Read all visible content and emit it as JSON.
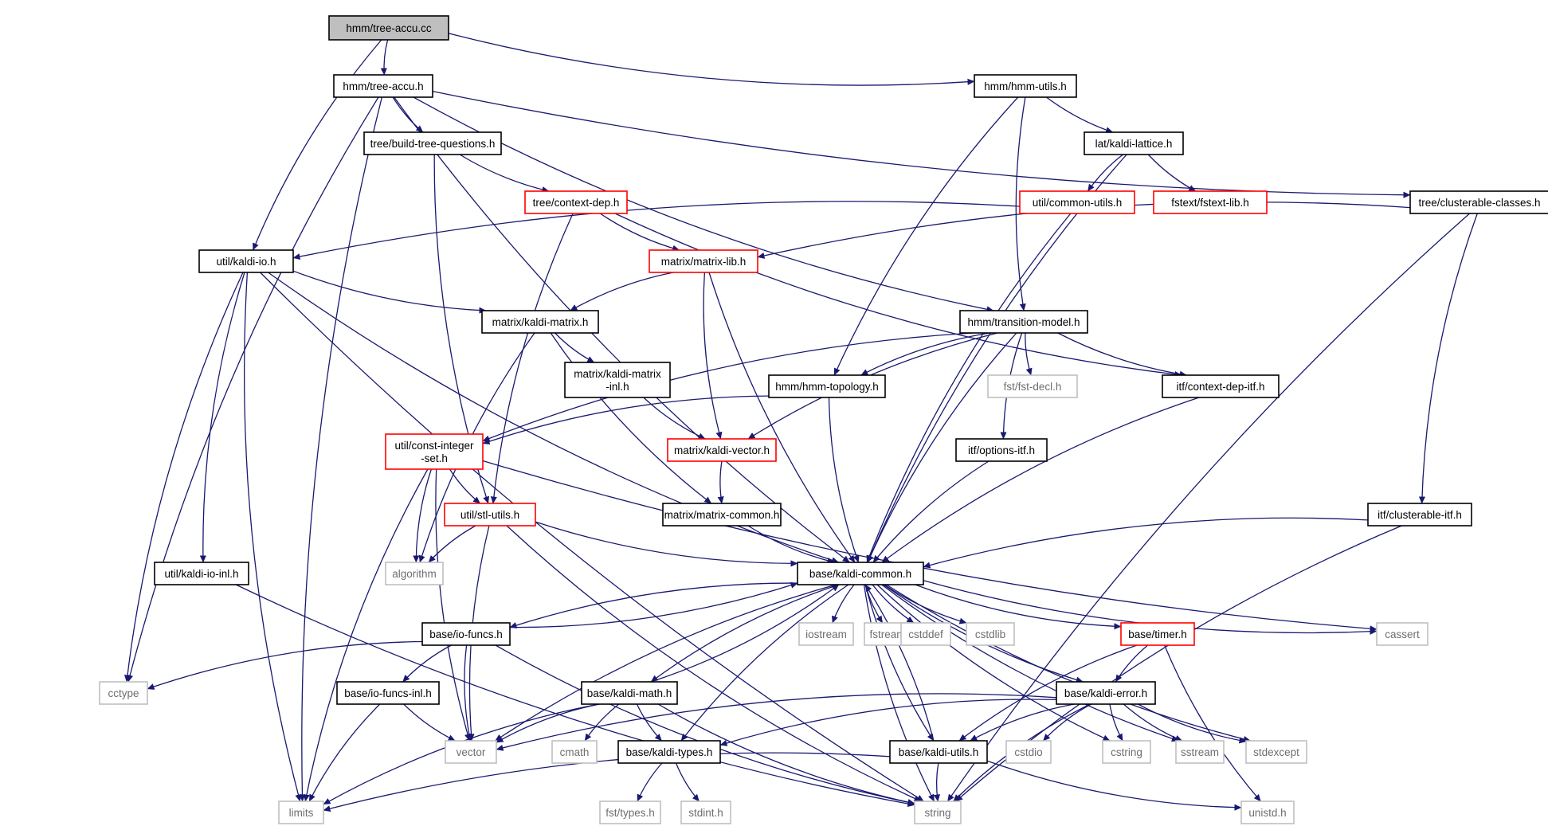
{
  "colors": {
    "root_fill": "#bfbfbf",
    "node_border": "#000000",
    "incomplete_border": "#ff0000",
    "system_border": "#bfbfbf",
    "edge": "#191970"
  },
  "nodes": [
    {
      "id": "tree_accu_cc",
      "lines": [
        "hmm/tree-accu.cc"
      ],
      "kind": "root"
    },
    {
      "id": "tree_accu_h",
      "lines": [
        "hmm/tree-accu.h"
      ],
      "kind": "normal"
    },
    {
      "id": "hmm_utils_h",
      "lines": [
        "hmm/hmm-utils.h"
      ],
      "kind": "normal"
    },
    {
      "id": "build_tree_q",
      "lines": [
        "tree/build-tree-questions.h"
      ],
      "kind": "normal"
    },
    {
      "id": "kaldi_lattice",
      "lines": [
        "lat/kaldi-lattice.h"
      ],
      "kind": "normal"
    },
    {
      "id": "context_dep",
      "lines": [
        "tree/context-dep.h"
      ],
      "kind": "incomplete"
    },
    {
      "id": "common_utils",
      "lines": [
        "util/common-utils.h"
      ],
      "kind": "incomplete"
    },
    {
      "id": "fstext_lib",
      "lines": [
        "fstext/fstext-lib.h"
      ],
      "kind": "incomplete"
    },
    {
      "id": "clusterable_classes",
      "lines": [
        "tree/clusterable-classes.h"
      ],
      "kind": "normal"
    },
    {
      "id": "kaldi_io",
      "lines": [
        "util/kaldi-io.h"
      ],
      "kind": "normal"
    },
    {
      "id": "matrix_lib",
      "lines": [
        "matrix/matrix-lib.h"
      ],
      "kind": "incomplete"
    },
    {
      "id": "kaldi_matrix",
      "lines": [
        "matrix/kaldi-matrix.h"
      ],
      "kind": "normal"
    },
    {
      "id": "transition_model",
      "lines": [
        "hmm/transition-model.h"
      ],
      "kind": "normal"
    },
    {
      "id": "kaldi_matrix_inl",
      "lines": [
        "matrix/kaldi-matrix",
        "-inl.h"
      ],
      "kind": "normal"
    },
    {
      "id": "hmm_topology",
      "lines": [
        "hmm/hmm-topology.h"
      ],
      "kind": "normal"
    },
    {
      "id": "fst_decl",
      "lines": [
        "fst/fst-decl.h"
      ],
      "kind": "system"
    },
    {
      "id": "context_dep_itf",
      "lines": [
        "itf/context-dep-itf.h"
      ],
      "kind": "normal"
    },
    {
      "id": "const_integer_set",
      "lines": [
        "util/const-integer",
        "-set.h"
      ],
      "kind": "incomplete"
    },
    {
      "id": "kaldi_vector",
      "lines": [
        "matrix/kaldi-vector.h"
      ],
      "kind": "incomplete"
    },
    {
      "id": "options_itf",
      "lines": [
        "itf/options-itf.h"
      ],
      "kind": "normal"
    },
    {
      "id": "stl_utils",
      "lines": [
        "util/stl-utils.h"
      ],
      "kind": "incomplete"
    },
    {
      "id": "matrix_common",
      "lines": [
        "matrix/matrix-common.h"
      ],
      "kind": "normal"
    },
    {
      "id": "clusterable_itf",
      "lines": [
        "itf/clusterable-itf.h"
      ],
      "kind": "normal"
    },
    {
      "id": "kaldi_io_inl",
      "lines": [
        "util/kaldi-io-inl.h"
      ],
      "kind": "normal"
    },
    {
      "id": "algorithm",
      "lines": [
        "algorithm"
      ],
      "kind": "system"
    },
    {
      "id": "kaldi_common",
      "lines": [
        "base/kaldi-common.h"
      ],
      "kind": "normal"
    },
    {
      "id": "io_funcs",
      "lines": [
        "base/io-funcs.h"
      ],
      "kind": "normal"
    },
    {
      "id": "iostream",
      "lines": [
        "iostream"
      ],
      "kind": "system"
    },
    {
      "id": "fstream",
      "lines": [
        "fstream"
      ],
      "kind": "system"
    },
    {
      "id": "cstddef",
      "lines": [
        "cstddef"
      ],
      "kind": "system"
    },
    {
      "id": "cstdlib",
      "lines": [
        "cstdlib"
      ],
      "kind": "system"
    },
    {
      "id": "timer",
      "lines": [
        "base/timer.h"
      ],
      "kind": "incomplete"
    },
    {
      "id": "cassert",
      "lines": [
        "cassert"
      ],
      "kind": "system"
    },
    {
      "id": "cctype",
      "lines": [
        "cctype"
      ],
      "kind": "system"
    },
    {
      "id": "io_funcs_inl",
      "lines": [
        "base/io-funcs-inl.h"
      ],
      "kind": "normal"
    },
    {
      "id": "kaldi_math",
      "lines": [
        "base/kaldi-math.h"
      ],
      "kind": "normal"
    },
    {
      "id": "kaldi_error",
      "lines": [
        "base/kaldi-error.h"
      ],
      "kind": "normal"
    },
    {
      "id": "vector",
      "lines": [
        "vector"
      ],
      "kind": "system"
    },
    {
      "id": "cmath",
      "lines": [
        "cmath"
      ],
      "kind": "system"
    },
    {
      "id": "kaldi_types",
      "lines": [
        "base/kaldi-types.h"
      ],
      "kind": "normal"
    },
    {
      "id": "kaldi_utils",
      "lines": [
        "base/kaldi-utils.h"
      ],
      "kind": "normal"
    },
    {
      "id": "cstdio",
      "lines": [
        "cstdio"
      ],
      "kind": "system"
    },
    {
      "id": "cstring",
      "lines": [
        "cstring"
      ],
      "kind": "system"
    },
    {
      "id": "sstream",
      "lines": [
        "sstream"
      ],
      "kind": "system"
    },
    {
      "id": "stdexcept",
      "lines": [
        "stdexcept"
      ],
      "kind": "system"
    },
    {
      "id": "limits",
      "lines": [
        "limits"
      ],
      "kind": "system"
    },
    {
      "id": "string",
      "lines": [
        "string"
      ],
      "kind": "system"
    },
    {
      "id": "unistd",
      "lines": [
        "unistd.h"
      ],
      "kind": "system"
    },
    {
      "id": "fst_types",
      "lines": [
        "fst/types.h"
      ],
      "kind": "system"
    },
    {
      "id": "stdint",
      "lines": [
        "stdint.h"
      ],
      "kind": "system"
    }
  ],
  "edges": [
    [
      "tree_accu_cc",
      "tree_accu_h"
    ],
    [
      "tree_accu_cc",
      "hmm_utils_h"
    ],
    [
      "tree_accu_cc",
      "kaldi_io"
    ],
    [
      "tree_accu_h",
      "build_tree_q"
    ],
    [
      "tree_accu_h",
      "clusterable_classes"
    ],
    [
      "tree_accu_h",
      "transition_model"
    ],
    [
      "tree_accu_h",
      "kaldi_common"
    ],
    [
      "tree_accu_h",
      "cctype"
    ],
    [
      "tree_accu_h",
      "limits"
    ],
    [
      "hmm_utils_h",
      "kaldi_lattice"
    ],
    [
      "hmm_utils_h",
      "transition_model"
    ],
    [
      "hmm_utils_h",
      "hmm_topology"
    ],
    [
      "build_tree_q",
      "context_dep"
    ],
    [
      "build_tree_q",
      "stl_utils"
    ],
    [
      "kaldi_lattice",
      "common_utils"
    ],
    [
      "kaldi_lattice",
      "fstext_lib"
    ],
    [
      "kaldi_lattice",
      "kaldi_common"
    ],
    [
      "context_dep",
      "matrix_lib"
    ],
    [
      "context_dep",
      "context_dep_itf"
    ],
    [
      "context_dep",
      "stl_utils"
    ],
    [
      "common_utils",
      "kaldi_io"
    ],
    [
      "common_utils",
      "kaldi_common"
    ],
    [
      "clusterable_classes",
      "matrix_lib"
    ],
    [
      "clusterable_classes",
      "clusterable_itf"
    ],
    [
      "clusterable_classes",
      "string"
    ],
    [
      "kaldi_io",
      "kaldi_matrix"
    ],
    [
      "kaldi_io",
      "kaldi_common"
    ],
    [
      "kaldi_io",
      "kaldi_io_inl"
    ],
    [
      "kaldi_io",
      "cctype"
    ],
    [
      "kaldi_io",
      "limits"
    ],
    [
      "kaldi_io",
      "string"
    ],
    [
      "matrix_lib",
      "kaldi_matrix"
    ],
    [
      "matrix_lib",
      "kaldi_vector"
    ],
    [
      "matrix_lib",
      "kaldi_common"
    ],
    [
      "kaldi_matrix",
      "kaldi_matrix_inl"
    ],
    [
      "kaldi_matrix",
      "matrix_common"
    ],
    [
      "kaldi_matrix",
      "algorithm"
    ],
    [
      "transition_model",
      "hmm_topology"
    ],
    [
      "transition_model",
      "fst_decl"
    ],
    [
      "transition_model",
      "context_dep_itf"
    ],
    [
      "transition_model",
      "options_itf"
    ],
    [
      "transition_model",
      "const_integer_set"
    ],
    [
      "transition_model",
      "kaldi_vector"
    ],
    [
      "transition_model",
      "kaldi_common"
    ],
    [
      "kaldi_matrix_inl",
      "kaldi_vector"
    ],
    [
      "hmm_topology",
      "const_integer_set"
    ],
    [
      "hmm_topology",
      "kaldi_common"
    ],
    [
      "context_dep_itf",
      "kaldi_common"
    ],
    [
      "const_integer_set",
      "stl_utils"
    ],
    [
      "const_integer_set",
      "algorithm"
    ],
    [
      "const_integer_set",
      "limits"
    ],
    [
      "const_integer_set",
      "vector"
    ],
    [
      "const_integer_set",
      "cassert"
    ],
    [
      "kaldi_vector",
      "matrix_common"
    ],
    [
      "options_itf",
      "kaldi_common"
    ],
    [
      "stl_utils",
      "kaldi_common"
    ],
    [
      "stl_utils",
      "algorithm"
    ],
    [
      "stl_utils",
      "vector"
    ],
    [
      "stl_utils",
      "string"
    ],
    [
      "matrix_common",
      "kaldi_common"
    ],
    [
      "clusterable_itf",
      "kaldi_common"
    ],
    [
      "clusterable_itf",
      "string"
    ],
    [
      "kaldi_io_inl",
      "string"
    ],
    [
      "kaldi_common",
      "io_funcs"
    ],
    [
      "kaldi_common",
      "iostream"
    ],
    [
      "kaldi_common",
      "fstream"
    ],
    [
      "kaldi_common",
      "cstddef"
    ],
    [
      "kaldi_common",
      "cstdlib"
    ],
    [
      "kaldi_common",
      "timer"
    ],
    [
      "kaldi_common",
      "cassert"
    ],
    [
      "kaldi_common",
      "vector"
    ],
    [
      "kaldi_common",
      "kaldi_math"
    ],
    [
      "kaldi_common",
      "kaldi_error"
    ],
    [
      "kaldi_common",
      "kaldi_types"
    ],
    [
      "kaldi_common",
      "kaldi_utils"
    ],
    [
      "kaldi_common",
      "cstring"
    ],
    [
      "kaldi_common",
      "sstream"
    ],
    [
      "kaldi_common",
      "stdexcept"
    ],
    [
      "kaldi_common",
      "string"
    ],
    [
      "io_funcs",
      "kaldi_common"
    ],
    [
      "io_funcs",
      "io_funcs_inl"
    ],
    [
      "io_funcs",
      "cctype"
    ],
    [
      "io_funcs",
      "vector"
    ],
    [
      "io_funcs",
      "string"
    ],
    [
      "timer",
      "kaldi_error"
    ],
    [
      "timer",
      "kaldi_utils"
    ],
    [
      "timer",
      "unistd"
    ],
    [
      "io_funcs_inl",
      "vector"
    ],
    [
      "io_funcs_inl",
      "limits"
    ],
    [
      "kaldi_math",
      "kaldi_common"
    ],
    [
      "kaldi_math",
      "kaldi_types"
    ],
    [
      "kaldi_math",
      "vector"
    ],
    [
      "kaldi_math",
      "cmath"
    ],
    [
      "kaldi_math",
      "limits"
    ],
    [
      "kaldi_math",
      "string"
    ],
    [
      "kaldi_error",
      "kaldi_types"
    ],
    [
      "kaldi_error",
      "kaldi_utils"
    ],
    [
      "kaldi_error",
      "vector"
    ],
    [
      "kaldi_error",
      "cstdio"
    ],
    [
      "kaldi_error",
      "cstring"
    ],
    [
      "kaldi_error",
      "sstream"
    ],
    [
      "kaldi_error",
      "stdexcept"
    ],
    [
      "kaldi_error",
      "string"
    ],
    [
      "kaldi_types",
      "fst_types"
    ],
    [
      "kaldi_types",
      "stdint"
    ],
    [
      "kaldi_utils",
      "kaldi_common"
    ],
    [
      "kaldi_utils",
      "limits"
    ],
    [
      "kaldi_utils",
      "string"
    ],
    [
      "kaldi_utils",
      "unistd"
    ]
  ]
}
